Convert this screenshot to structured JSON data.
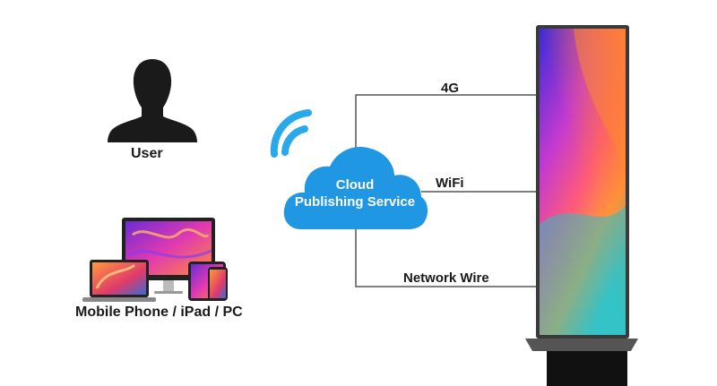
{
  "user": {
    "label": "User"
  },
  "devices": {
    "label": "Mobile Phone / iPad / PC"
  },
  "cloud": {
    "line1": "Cloud",
    "line2": "Publishing Service"
  },
  "connections": [
    {
      "label": "4G"
    },
    {
      "label": "WiFi"
    },
    {
      "label": "Network Wire"
    }
  ],
  "colors": {
    "cloud": "#1f97e3",
    "wifi_arcs": "#29a9ea",
    "lines": "#555555",
    "text": "#1a1a1a",
    "display_frame": "#3a3a3a"
  }
}
